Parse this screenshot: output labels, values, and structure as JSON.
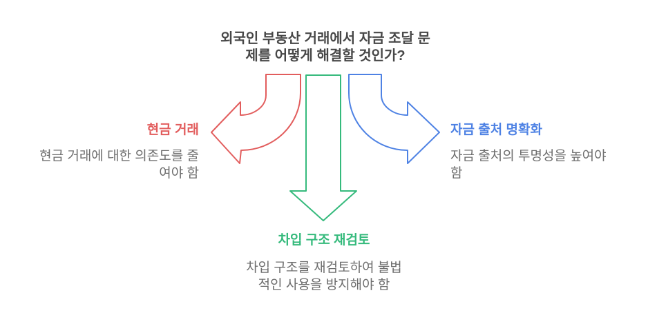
{
  "background": "#ffffff",
  "title": {
    "lines": [
      "외국인 부동산 거래에서 자금 조달 문",
      "제를 어떻게 해결할 것인가?"
    ],
    "color": "#474747"
  },
  "branches": {
    "left": {
      "label": "현금 거래",
      "desc_lines": [
        "현금 거래에 대한 의존도를 줄",
        "여야 함"
      ],
      "color": "#e25d5d"
    },
    "down": {
      "label": "차입 구조 재검토",
      "desc_lines": [
        "차입 구조를 재검토하여 불법",
        "적인 사용을 방지해야 함"
      ],
      "color": "#35ba7c"
    },
    "right": {
      "label": "자금 출처 명확화",
      "desc_lines": [
        "자금 출처의 투명성을 높여야",
        "함"
      ],
      "color": "#4e82e4"
    }
  },
  "description_text_color": "#6e6e6e"
}
